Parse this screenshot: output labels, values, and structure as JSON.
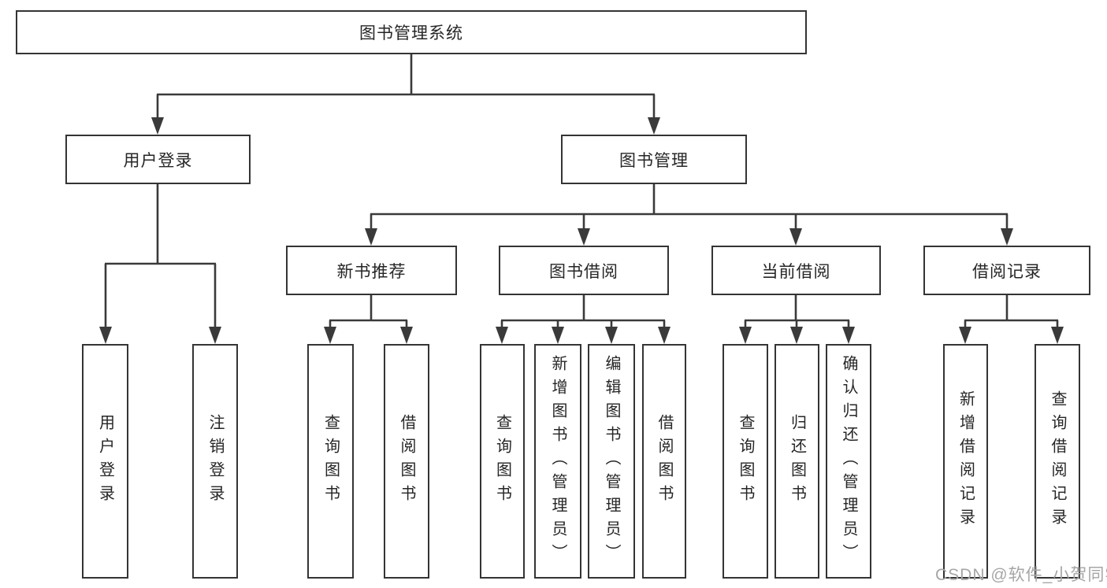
{
  "diagram": {
    "title": "图书管理系统",
    "colors": {
      "line": "#3a3a3a",
      "box_border": "#343434",
      "box_fill": "#ffffff",
      "text": "#262626",
      "watermark": "#a6a6a6"
    },
    "nodes": {
      "root": {
        "label": "图书管理系统"
      },
      "user_login": {
        "label": "用户登录"
      },
      "book_mgmt": {
        "label": "图书管理"
      },
      "new_book_rec": {
        "label": "新书推荐"
      },
      "book_borrow": {
        "label": "图书借阅"
      },
      "current_borrow": {
        "label": "当前借阅"
      },
      "borrow_record": {
        "label": "借阅记录"
      },
      "leaf_user_login": {
        "label": "用户登录"
      },
      "leaf_logout": {
        "label": "注销登录"
      },
      "leaf_query_book_rec": {
        "label": "查询图书"
      },
      "leaf_borrow_book_rec": {
        "label": "借阅图书"
      },
      "leaf_query_book_borrow": {
        "label": "查询图书"
      },
      "leaf_add_book": {
        "label": "新增图书（管理员）"
      },
      "leaf_edit_book": {
        "label": "编辑图书（管理员）"
      },
      "leaf_borrow_book_borrow": {
        "label": "借阅图书"
      },
      "leaf_query_book_current": {
        "label": "查询图书"
      },
      "leaf_return_book": {
        "label": "归还图书"
      },
      "leaf_confirm_return": {
        "label": "确认归还（管理员）"
      },
      "leaf_add_record": {
        "label": "新增借阅记录"
      },
      "leaf_query_record": {
        "label": "查询借阅记录"
      }
    },
    "edges": [
      {
        "parent": "root",
        "children": [
          "user_login",
          "book_mgmt"
        ]
      },
      {
        "parent": "user_login",
        "children": [
          "leaf_user_login",
          "leaf_logout"
        ]
      },
      {
        "parent": "book_mgmt",
        "children": [
          "new_book_rec",
          "book_borrow",
          "current_borrow",
          "borrow_record"
        ]
      },
      {
        "parent": "new_book_rec",
        "children": [
          "leaf_query_book_rec",
          "leaf_borrow_book_rec"
        ]
      },
      {
        "parent": "book_borrow",
        "children": [
          "leaf_query_book_borrow",
          "leaf_add_book",
          "leaf_edit_book",
          "leaf_borrow_book_borrow"
        ]
      },
      {
        "parent": "current_borrow",
        "children": [
          "leaf_query_book_current",
          "leaf_return_book",
          "leaf_confirm_return"
        ]
      },
      {
        "parent": "borrow_record",
        "children": [
          "leaf_add_record",
          "leaf_query_record"
        ]
      }
    ],
    "watermark": {
      "text": "CSDN @软件_小贺同学"
    }
  }
}
